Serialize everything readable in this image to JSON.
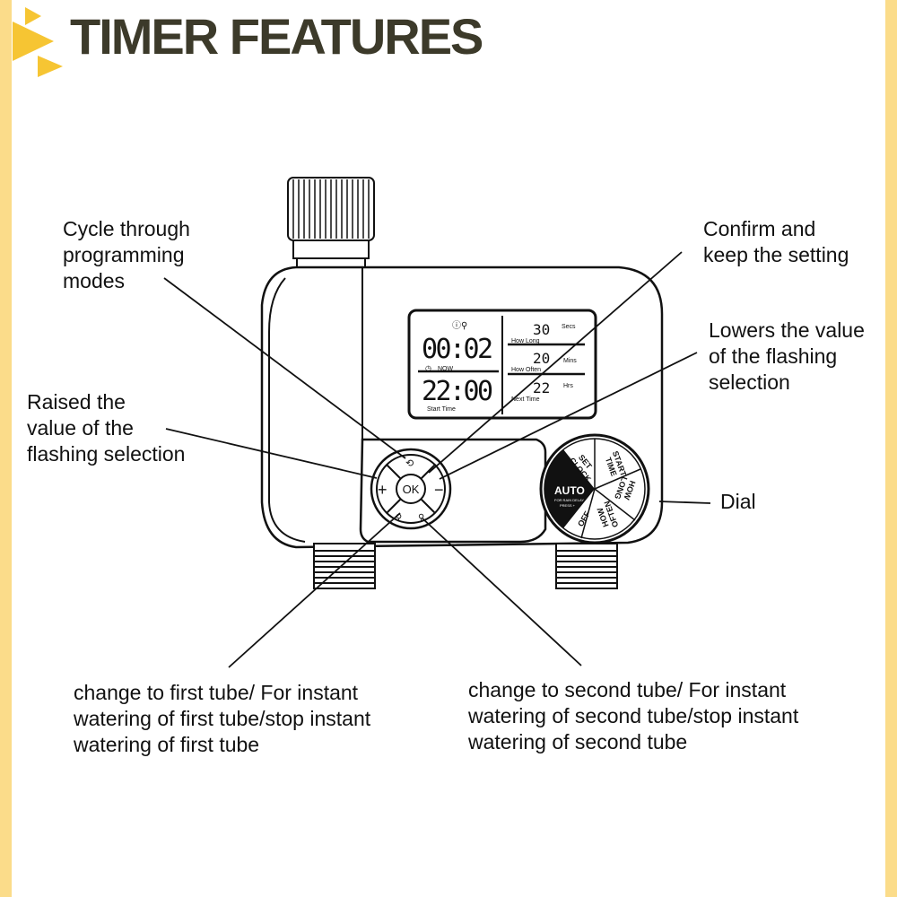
{
  "header": {
    "title": "TIMER FEATURES"
  },
  "callouts": {
    "cycle_modes": [
      "Cycle through",
      "programming",
      "modes"
    ],
    "confirm": [
      "Confirm and",
      "keep the setting"
    ],
    "lowers": [
      "Lowers the value",
      "of the flashing",
      "selection"
    ],
    "raised": [
      "Raised the",
      "value of the",
      "flashing selection"
    ],
    "dial": [
      "Dial"
    ],
    "first_tube": [
      "change to first tube/ For instant",
      "watering of first tube/stop instant",
      "watering of first tube"
    ],
    "second_tube": [
      "change to second tube/ For instant",
      "watering of second tube/stop instant",
      "watering of second tube"
    ]
  },
  "lcd": {
    "now_time": "00:02",
    "now_label": "NOW",
    "start_time": "22:00",
    "start_label": "Start Time",
    "how_long_value": "30",
    "how_long_unit": "Secs",
    "how_long_label": "How Long",
    "how_often_value": "20",
    "how_often_unit": "Mins",
    "how_often_label": "How Often",
    "next_time_value": "22",
    "next_time_unit": "Hrs",
    "next_time_label": "Next Time"
  },
  "buttons": {
    "ok": "OK",
    "plus": "+",
    "minus": "−"
  },
  "dial": {
    "auto": "AUTO",
    "auto_sub1": "FOR RAIN DELAY",
    "auto_sub2": "PRESS +",
    "set_clock": [
      "SET",
      "CLOCK"
    ],
    "start_time": [
      "START",
      "TIME"
    ],
    "how_long": [
      "HOW",
      "LONG"
    ],
    "how_often": [
      "HOW",
      "OFTEN"
    ],
    "off": "OFF"
  },
  "colors": {
    "accent": "#f6c533",
    "border": "#fbdc8a",
    "title": "#3c3a2a"
  }
}
